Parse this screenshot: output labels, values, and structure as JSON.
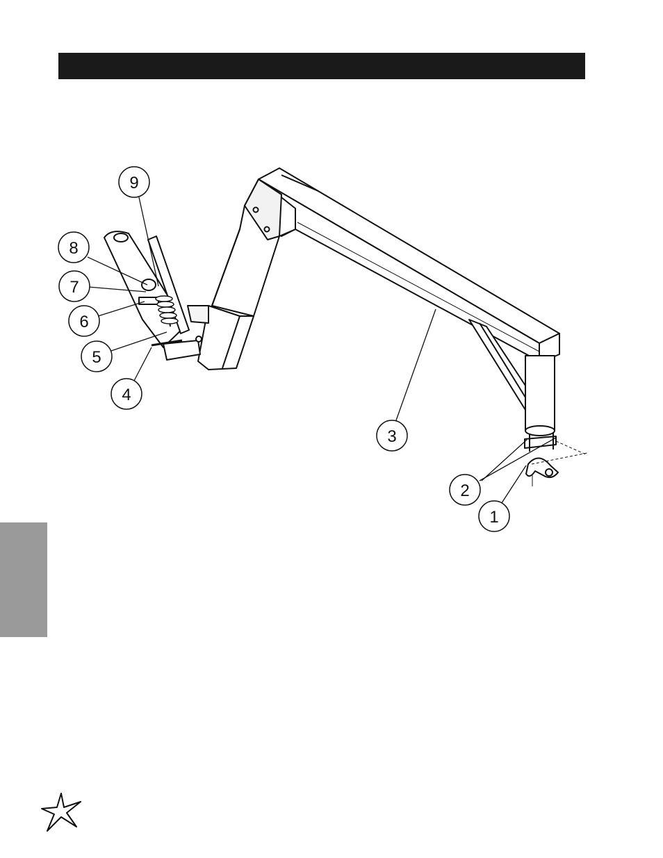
{
  "header": {
    "bar_color": "#1a1a1a"
  },
  "side_tab": {
    "color": "#9a9a9a"
  },
  "callouts": [
    {
      "label": "9"
    },
    {
      "label": "8"
    },
    {
      "label": "7"
    },
    {
      "label": "6"
    },
    {
      "label": "5"
    },
    {
      "label": "4"
    },
    {
      "label": "3"
    },
    {
      "label": "2"
    },
    {
      "label": "1"
    }
  ],
  "logo": {
    "icon": "star-logo-icon"
  }
}
